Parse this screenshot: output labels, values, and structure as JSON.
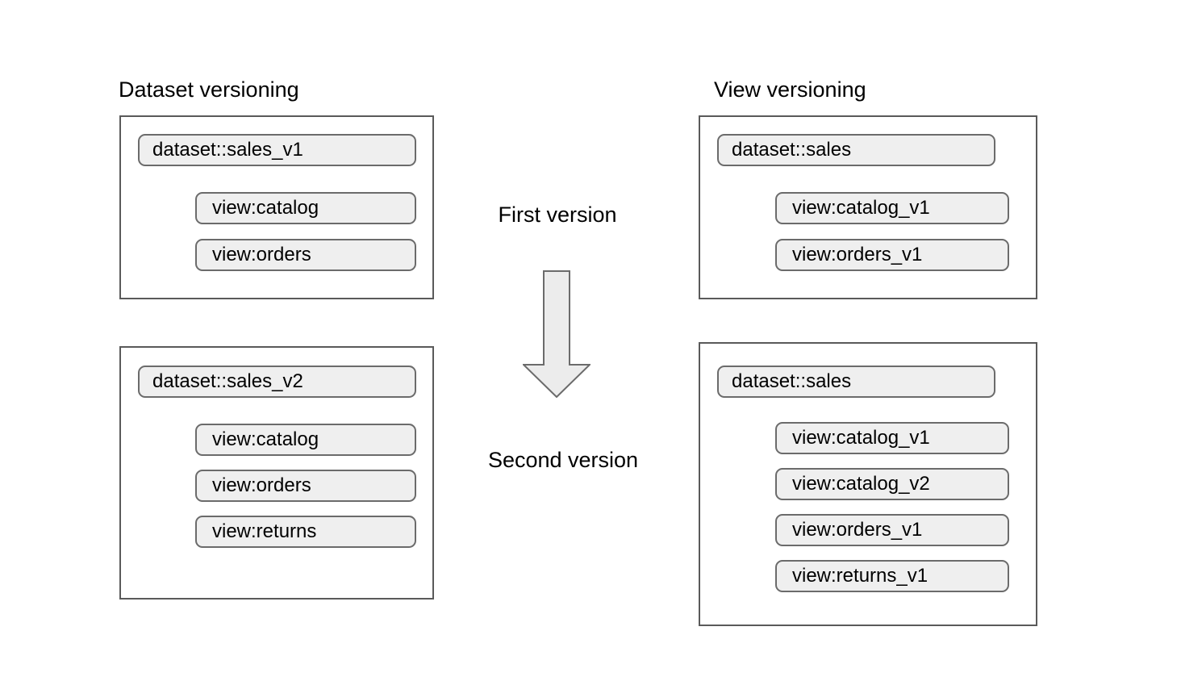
{
  "diagram": {
    "title_left": "Dataset versioning",
    "title_right": "View versioning",
    "center": {
      "first_label": "First version",
      "second_label": "Second version",
      "arrow_icon": "down-arrow-icon",
      "arrow_direction": "down"
    },
    "colors": {
      "page_background": "#ffffff",
      "group_border": "#5a5a5a",
      "pill_fill": "#efefef",
      "pill_border": "#6b6b6b",
      "arrow_fill": "#ececec",
      "arrow_border": "#6b6b6b",
      "text": "#000000"
    },
    "columns": [
      {
        "key": "dataset_versioning",
        "title": "Dataset versioning",
        "groups": [
          {
            "key": "dataset_v1",
            "version_label": "First version",
            "dataset": "dataset::sales_v1",
            "views": [
              "view:catalog",
              "view:orders"
            ]
          },
          {
            "key": "dataset_v2",
            "version_label": "Second version",
            "dataset": "dataset::sales_v2",
            "views": [
              "view:catalog",
              "view:orders",
              "view:returns"
            ]
          }
        ]
      },
      {
        "key": "view_versioning",
        "title": "View versioning",
        "groups": [
          {
            "key": "view_v1",
            "version_label": "First version",
            "dataset": "dataset::sales",
            "views": [
              "view:catalog_v1",
              "view:orders_v1"
            ]
          },
          {
            "key": "view_v2",
            "version_label": "Second version",
            "dataset": "dataset::sales",
            "views": [
              "view:catalog_v1",
              "view:catalog_v2",
              "view:orders_v1",
              "view:returns_v1"
            ]
          }
        ]
      }
    ]
  }
}
